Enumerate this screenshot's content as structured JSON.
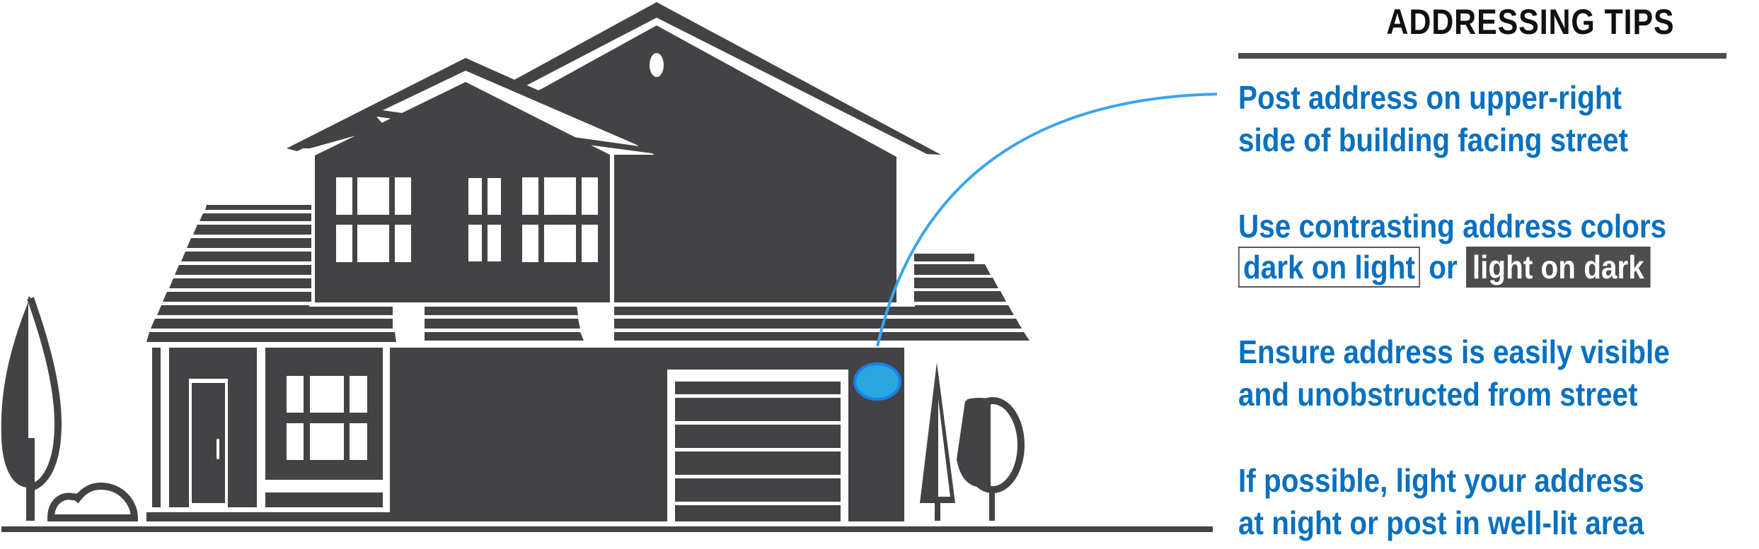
{
  "colors": {
    "house": "#434345",
    "text_blue": "#0870bf",
    "marker_fill": "#29a8e0",
    "marker_stroke": "#1a7fe6",
    "leader_line": "#3aa4f0",
    "title": "#111111",
    "dark_box": "#4d4d4f"
  },
  "illustration": {
    "subject": "two-story-house-with-garage",
    "address_marker": "address-location-ellipse",
    "trees": [
      "left-cypress-tree",
      "right-cone-tree",
      "right-round-tree"
    ],
    "bush": "bush"
  },
  "tips": {
    "title": "ADDRESSING TIPS",
    "items": [
      {
        "line1": "Post address on upper-right",
        "line2": "side of building facing street"
      },
      {
        "line1": "Use contrasting address colors",
        "option_light": "dark on light",
        "or": "or",
        "option_dark": "light on dark"
      },
      {
        "line1": "Ensure address is easily visible",
        "line2": "and unobstructed from street"
      },
      {
        "line1": "If possible, light your address",
        "line2": "at night or post in well-lit area"
      }
    ]
  }
}
